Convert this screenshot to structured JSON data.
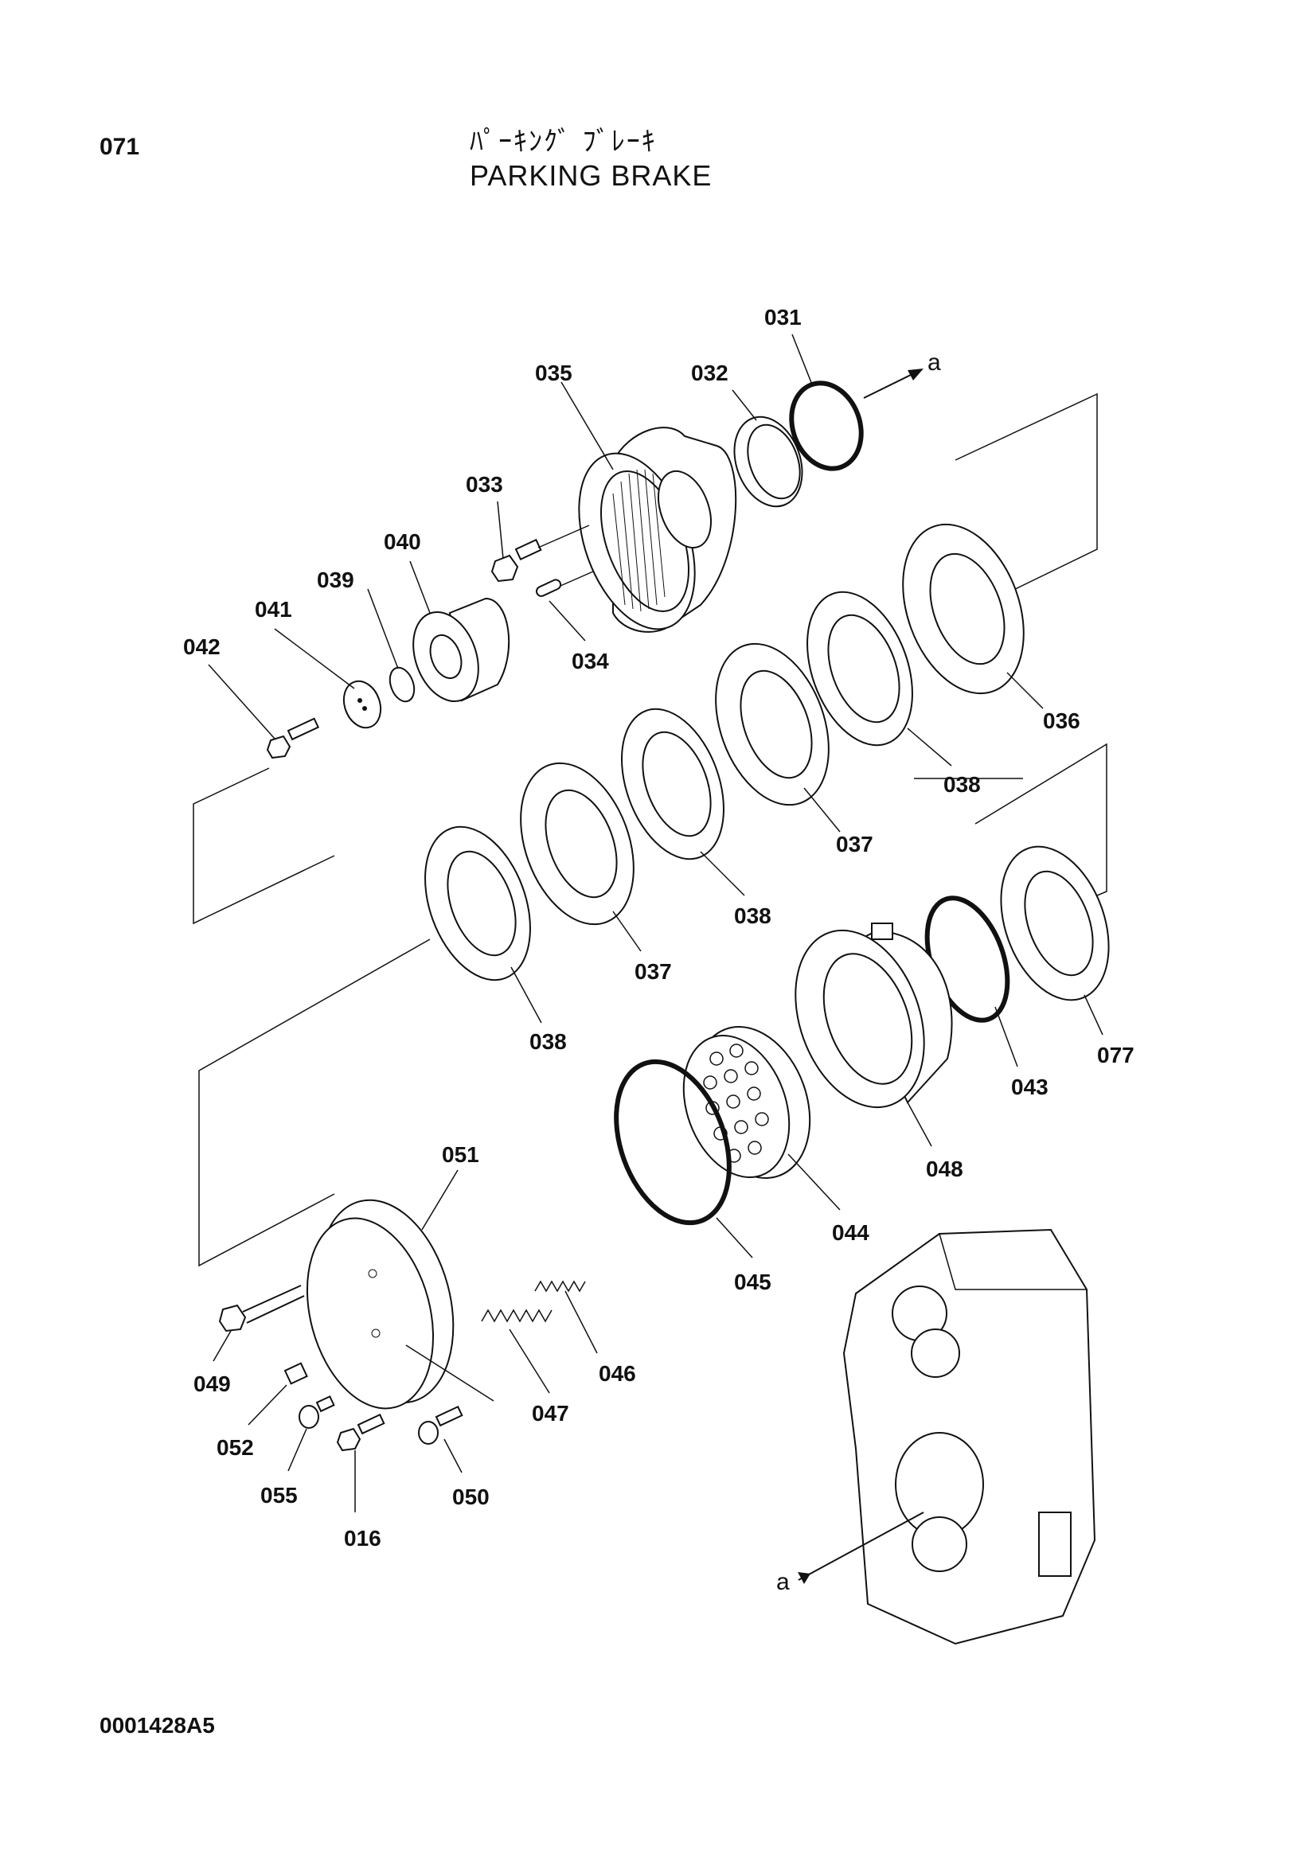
{
  "header": {
    "page_number": "071",
    "title_jp": "ﾊﾟｰｷﾝｸﾞ ﾌﾞﾚｰｷ",
    "title_en": "PARKING BRAKE"
  },
  "footer": {
    "drawing_code": "0001428A5"
  },
  "callouts": [
    "031",
    "032",
    "033",
    "034",
    "035",
    "036",
    "037",
    "038",
    "039",
    "040",
    "041",
    "042",
    "043",
    "044",
    "045",
    "046",
    "047",
    "048",
    "049",
    "050",
    "051",
    "052",
    "055",
    "016",
    "077"
  ],
  "labels": {
    "031": "031",
    "032": "032",
    "033": "033",
    "034": "034",
    "035": "035",
    "036": "036",
    "037a": "037",
    "037b": "037",
    "038a": "038",
    "038b": "038",
    "038c": "038",
    "039": "039",
    "040": "040",
    "041": "041",
    "042": "042",
    "043": "043",
    "044": "044",
    "045": "045",
    "046": "046",
    "047": "047",
    "048": "048",
    "049": "049",
    "050": "050",
    "051": "051",
    "052": "052",
    "055": "055",
    "016": "016",
    "077": "077"
  },
  "arrows": {
    "top": "a",
    "bottom": "a"
  }
}
